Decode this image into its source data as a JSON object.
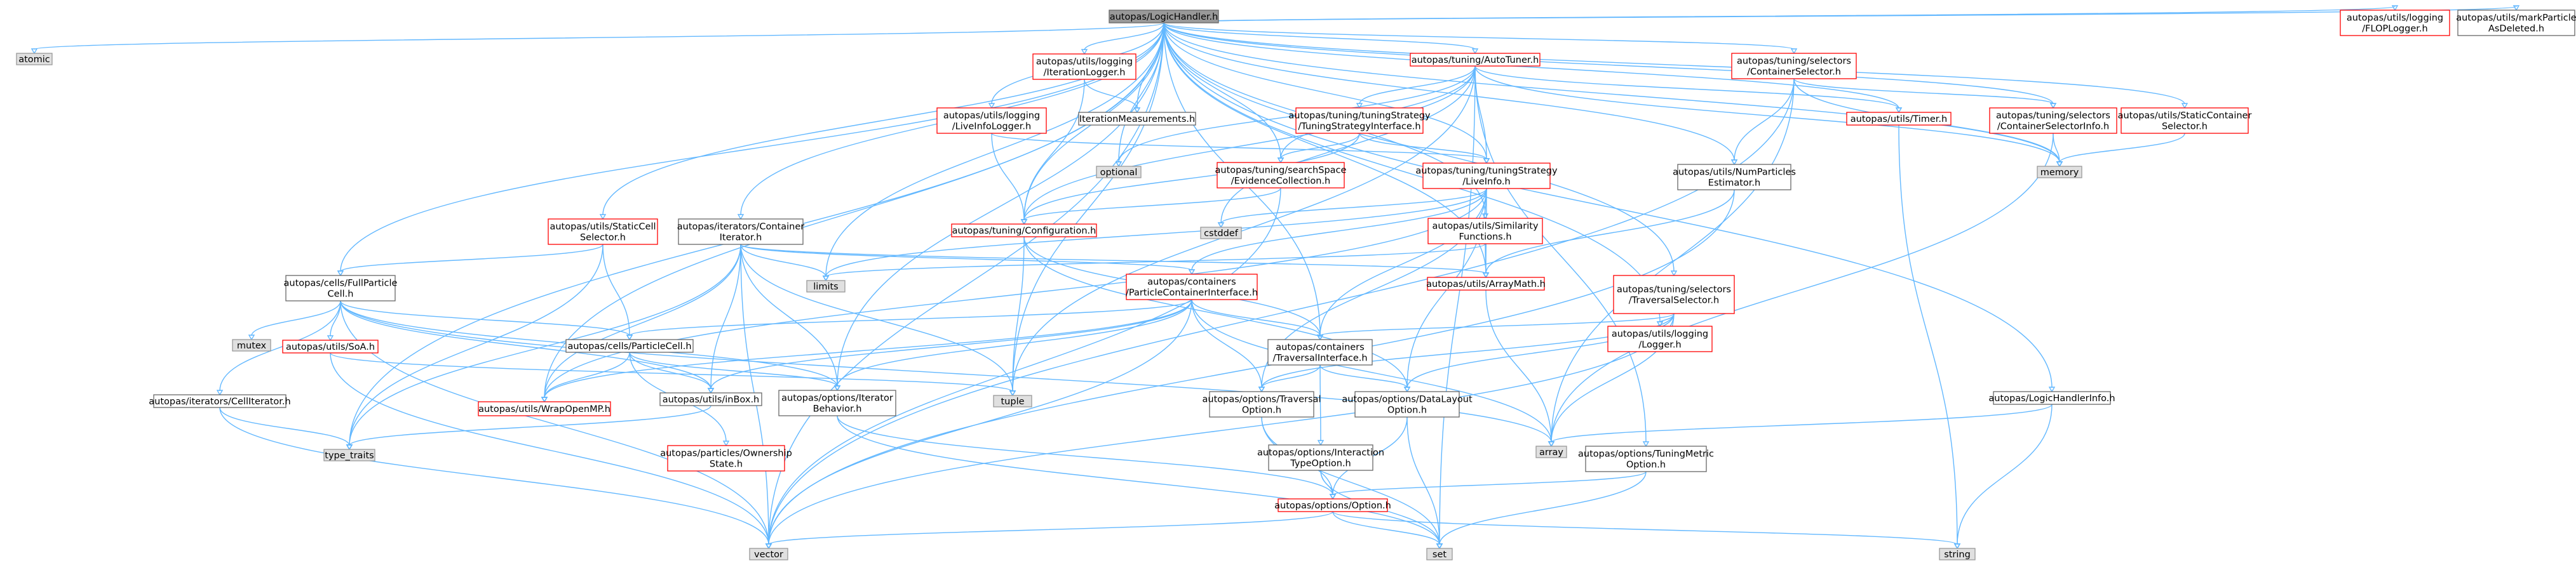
{
  "colors": {
    "root_fill": "#999999",
    "root_border": "#666666",
    "node_fill": "#ffffff",
    "node_border": "#666666",
    "undoc_border": "#ff0000",
    "system_fill": "#e0e0e0",
    "system_border": "#999999",
    "edge": "#63b8ff"
  },
  "nodes": [
    {
      "id": "root",
      "lines": [
        "autopas/LogicHandler.h"
      ],
      "kind": "root"
    },
    {
      "id": "atomic",
      "lines": [
        "atomic"
      ],
      "kind": "system"
    },
    {
      "id": "vector",
      "lines": [
        "vector"
      ],
      "kind": "system"
    },
    {
      "id": "type_traits",
      "lines": [
        "type_traits"
      ],
      "kind": "system"
    },
    {
      "id": "wrapopenmp",
      "lines": [
        "autopas/utils/WrapOpenMP.h"
      ],
      "kind": "undoc"
    },
    {
      "id": "fullparticlecell",
      "lines": [
        "autopas/cells/FullParticle",
        "Cell.h"
      ],
      "kind": "doc"
    },
    {
      "id": "staticcellselector",
      "lines": [
        "autopas/utils/StaticCell",
        "Selector.h"
      ],
      "kind": "undoc"
    },
    {
      "id": "containeriterator",
      "lines": [
        "autopas/iterators/Container",
        "Iterator.h"
      ],
      "kind": "doc"
    },
    {
      "id": "limits",
      "lines": [
        "limits"
      ],
      "kind": "system"
    },
    {
      "id": "mutex",
      "lines": [
        "mutex"
      ],
      "kind": "system"
    },
    {
      "id": "soa",
      "lines": [
        "autopas/utils/SoA.h"
      ],
      "kind": "undoc"
    },
    {
      "id": "celliterator",
      "lines": [
        "autopas/iterators/CellIterator.h"
      ],
      "kind": "doc"
    },
    {
      "id": "particlecell",
      "lines": [
        "autopas/cells/ParticleCell.h"
      ],
      "kind": "doc"
    },
    {
      "id": "inbox",
      "lines": [
        "autopas/utils/inBox.h"
      ],
      "kind": "doc"
    },
    {
      "id": "iteratorbehavior",
      "lines": [
        "autopas/options/Iterator",
        "Behavior.h"
      ],
      "kind": "doc"
    },
    {
      "id": "ownershipstate",
      "lines": [
        "autopas/particles/Ownership",
        "State.h"
      ],
      "kind": "undoc"
    },
    {
      "id": "liveinfologger",
      "lines": [
        "autopas/utils/logging",
        "/LiveInfoLogger.h"
      ],
      "kind": "undoc"
    },
    {
      "id": "iterationlogger",
      "lines": [
        "autopas/utils/logging",
        "/IterationLogger.h"
      ],
      "kind": "undoc"
    },
    {
      "id": "iterationmeasurements",
      "lines": [
        "IterationMeasurements.h"
      ],
      "kind": "doc"
    },
    {
      "id": "optional",
      "lines": [
        "optional"
      ],
      "kind": "system"
    },
    {
      "id": "configuration",
      "lines": [
        "autopas/tuning/Configuration.h"
      ],
      "kind": "undoc"
    },
    {
      "id": "tuple",
      "lines": [
        "tuple"
      ],
      "kind": "system"
    },
    {
      "id": "pcinterface",
      "lines": [
        "autopas/containers",
        "/ParticleContainerInterface.h"
      ],
      "kind": "undoc"
    },
    {
      "id": "traversalinterface",
      "lines": [
        "autopas/containers",
        "/TraversalInterface.h"
      ],
      "kind": "doc"
    },
    {
      "id": "traversaloption",
      "lines": [
        "autopas/options/Traversal",
        "Option.h"
      ],
      "kind": "doc"
    },
    {
      "id": "interactiontypeoption",
      "lines": [
        "autopas/options/Interaction",
        "TypeOption.h"
      ],
      "kind": "doc"
    },
    {
      "id": "option",
      "lines": [
        "autopas/options/Option.h"
      ],
      "kind": "undoc"
    },
    {
      "id": "set",
      "lines": [
        "set"
      ],
      "kind": "system"
    },
    {
      "id": "array",
      "lines": [
        "array"
      ],
      "kind": "system"
    },
    {
      "id": "datalayoutoption",
      "lines": [
        "autopas/options/DataLayout",
        "Option.h"
      ],
      "kind": "doc"
    },
    {
      "id": "autotuner",
      "lines": [
        "autopas/tuning/AutoTuner.h"
      ],
      "kind": "undoc"
    },
    {
      "id": "tsinterface",
      "lines": [
        "autopas/tuning/tuningStrategy",
        "/TuningStrategyInterface.h"
      ],
      "kind": "undoc"
    },
    {
      "id": "evidencecollection",
      "lines": [
        "autopas/tuning/searchSpace",
        "/EvidenceCollection.h"
      ],
      "kind": "undoc"
    },
    {
      "id": "liveinfo",
      "lines": [
        "autopas/tuning/tuningStrategy",
        "/LiveInfo.h"
      ],
      "kind": "undoc"
    },
    {
      "id": "cstddef",
      "lines": [
        "cstddef"
      ],
      "kind": "system"
    },
    {
      "id": "similarityfunctions",
      "lines": [
        "autopas/utils/Similarity",
        "Functions.h"
      ],
      "kind": "undoc"
    },
    {
      "id": "arraymath",
      "lines": [
        "autopas/utils/ArrayMath.h"
      ],
      "kind": "undoc"
    },
    {
      "id": "timer",
      "lines": [
        "autopas/utils/Timer.h"
      ],
      "kind": "undoc"
    },
    {
      "id": "string",
      "lines": [
        "string"
      ],
      "kind": "system"
    },
    {
      "id": "memory",
      "lines": [
        "memory"
      ],
      "kind": "system"
    },
    {
      "id": "containerselector",
      "lines": [
        "autopas/tuning/selectors",
        "/ContainerSelector.h"
      ],
      "kind": "undoc"
    },
    {
      "id": "numparticlesestimator",
      "lines": [
        "autopas/utils/NumParticles",
        "Estimator.h"
      ],
      "kind": "doc"
    },
    {
      "id": "containerselectorinfo",
      "lines": [
        "autopas/tuning/selectors",
        "/ContainerSelectorInfo.h"
      ],
      "kind": "undoc"
    },
    {
      "id": "traversalselector",
      "lines": [
        "autopas/tuning/selectors",
        "/TraversalSelector.h"
      ],
      "kind": "undoc"
    },
    {
      "id": "logger",
      "lines": [
        "autopas/utils/logging",
        "/Logger.h"
      ],
      "kind": "undoc"
    },
    {
      "id": "tuningmetricoption",
      "lines": [
        "autopas/options/TuningMetric",
        "Option.h"
      ],
      "kind": "doc"
    },
    {
      "id": "staticcontainerselector",
      "lines": [
        "autopas/utils/StaticContainer",
        "Selector.h"
      ],
      "kind": "undoc"
    },
    {
      "id": "logichandlerinfo",
      "lines": [
        "autopas/LogicHandlerInfo.h"
      ],
      "kind": "doc"
    },
    {
      "id": "floplogger",
      "lines": [
        "autopas/utils/logging",
        "/FLOPLogger.h"
      ],
      "kind": "undoc"
    },
    {
      "id": "markparticle",
      "lines": [
        "autopas/utils/markParticle",
        "AsDeleted.h"
      ],
      "kind": "doc"
    }
  ],
  "edges": [
    [
      "root",
      "atomic"
    ],
    [
      "root",
      "vector"
    ],
    [
      "root",
      "type_traits"
    ],
    [
      "root",
      "wrapopenmp"
    ],
    [
      "root",
      "fullparticlecell"
    ],
    [
      "root",
      "staticcellselector"
    ],
    [
      "root",
      "containeriterator"
    ],
    [
      "root",
      "limits"
    ],
    [
      "root",
      "tuple"
    ],
    [
      "root",
      "iteratorbehavior"
    ],
    [
      "root",
      "liveinfologger"
    ],
    [
      "root",
      "iterationlogger"
    ],
    [
      "root",
      "iterationmeasurements"
    ],
    [
      "root",
      "optional"
    ],
    [
      "root",
      "configuration"
    ],
    [
      "root",
      "traversalinterface"
    ],
    [
      "root",
      "autotuner"
    ],
    [
      "root",
      "evidencecollection"
    ],
    [
      "root",
      "liveinfo"
    ],
    [
      "root",
      "similarityfunctions"
    ],
    [
      "root",
      "arraymath"
    ],
    [
      "root",
      "timer"
    ],
    [
      "root",
      "memory"
    ],
    [
      "root",
      "containerselector"
    ],
    [
      "root",
      "numparticlesestimator"
    ],
    [
      "root",
      "containerselectorinfo"
    ],
    [
      "root",
      "traversalselector"
    ],
    [
      "root",
      "logger"
    ],
    [
      "root",
      "staticcontainerselector"
    ],
    [
      "root",
      "logichandlerinfo"
    ],
    [
      "root",
      "floplogger"
    ],
    [
      "root",
      "markparticle"
    ],
    [
      "fullparticlecell",
      "mutex"
    ],
    [
      "fullparticlecell",
      "soa"
    ],
    [
      "fullparticlecell",
      "celliterator"
    ],
    [
      "fullparticlecell",
      "particlecell"
    ],
    [
      "fullparticlecell",
      "inbox"
    ],
    [
      "fullparticlecell",
      "iteratorbehavior"
    ],
    [
      "fullparticlecell",
      "array"
    ],
    [
      "fullparticlecell",
      "vector"
    ],
    [
      "staticcellselector",
      "fullparticlecell"
    ],
    [
      "staticcellselector",
      "particlecell"
    ],
    [
      "staticcellselector",
      "type_traits"
    ],
    [
      "containeriterator",
      "limits"
    ],
    [
      "containeriterator",
      "tuple"
    ],
    [
      "containeriterator",
      "wrapopenmp"
    ],
    [
      "containeriterator",
      "inbox"
    ],
    [
      "containeriterator",
      "iteratorbehavior"
    ],
    [
      "containeriterator",
      "pcinterface"
    ],
    [
      "containeriterator",
      "arraymath"
    ],
    [
      "containeriterator",
      "vector"
    ],
    [
      "containeriterator",
      "type_traits"
    ],
    [
      "soa",
      "tuple"
    ],
    [
      "soa",
      "vector"
    ],
    [
      "celliterator",
      "type_traits"
    ],
    [
      "celliterator",
      "vector"
    ],
    [
      "particlecell",
      "wrapopenmp"
    ],
    [
      "particlecell",
      "inbox"
    ],
    [
      "particlecell",
      "iteratorbehavior"
    ],
    [
      "particlecell",
      "ownershipstate"
    ],
    [
      "inbox",
      "type_traits"
    ],
    [
      "iteratorbehavior",
      "option"
    ],
    [
      "iteratorbehavior",
      "set"
    ],
    [
      "liveinfologger",
      "configuration"
    ],
    [
      "liveinfologger",
      "liveinfo"
    ],
    [
      "iterationlogger",
      "configuration"
    ],
    [
      "iterationlogger",
      "iterationmeasurements"
    ],
    [
      "configuration",
      "tuple"
    ],
    [
      "configuration",
      "traversalinterface"
    ],
    [
      "configuration",
      "datalayoutoption"
    ],
    [
      "pcinterface",
      "traversalinterface"
    ],
    [
      "pcinterface",
      "traversaloption"
    ],
    [
      "pcinterface",
      "inbox"
    ],
    [
      "pcinterface",
      "particlecell"
    ],
    [
      "pcinterface",
      "iteratorbehavior"
    ],
    [
      "pcinterface",
      "wrapopenmp"
    ],
    [
      "pcinterface",
      "vector"
    ],
    [
      "pcinterface",
      "array"
    ],
    [
      "traversalinterface",
      "traversaloption"
    ],
    [
      "traversalinterface",
      "datalayoutoption"
    ],
    [
      "traversalinterface",
      "interactiontypeoption"
    ],
    [
      "traversaloption",
      "option"
    ],
    [
      "traversaloption",
      "set"
    ],
    [
      "interactiontypeoption",
      "option"
    ],
    [
      "interactiontypeoption",
      "set"
    ],
    [
      "option",
      "vector"
    ],
    [
      "option",
      "set"
    ],
    [
      "option",
      "string"
    ],
    [
      "datalayoutoption",
      "option"
    ],
    [
      "datalayoutoption",
      "set"
    ],
    [
      "autotuner",
      "tsinterface"
    ],
    [
      "autotuner",
      "evidencecollection"
    ],
    [
      "autotuner",
      "liveinfo"
    ],
    [
      "autotuner",
      "configuration"
    ],
    [
      "autotuner",
      "timer"
    ],
    [
      "autotuner",
      "memory"
    ],
    [
      "autotuner",
      "tuple"
    ],
    [
      "autotuner",
      "set"
    ],
    [
      "autotuner",
      "tuningmetricoption"
    ],
    [
      "autotuner",
      "cstddef"
    ],
    [
      "autotuner",
      "optional"
    ],
    [
      "tsinterface",
      "evidencecollection"
    ],
    [
      "tsinterface",
      "liveinfo"
    ],
    [
      "tsinterface",
      "configuration"
    ],
    [
      "evidencecollection",
      "configuration"
    ],
    [
      "evidencecollection",
      "vector"
    ],
    [
      "liveinfo",
      "pcinterface"
    ],
    [
      "liveinfo",
      "traversalinterface"
    ],
    [
      "liveinfo",
      "traversaloption"
    ],
    [
      "liveinfo",
      "datalayoutoption"
    ],
    [
      "liveinfo",
      "limits"
    ],
    [
      "liveinfo",
      "cstddef"
    ],
    [
      "liveinfo",
      "arraymath"
    ],
    [
      "liveinfo",
      "wrapopenmp"
    ],
    [
      "similarityfunctions",
      "arraymath"
    ],
    [
      "similarityfunctions",
      "limits"
    ],
    [
      "arraymath",
      "array"
    ],
    [
      "timer",
      "string"
    ],
    [
      "containerselector",
      "numparticlesestimator"
    ],
    [
      "containerselector",
      "containerselectorinfo"
    ],
    [
      "containerselector",
      "memory"
    ],
    [
      "containerselector",
      "vector"
    ],
    [
      "containerselector",
      "array"
    ],
    [
      "numparticlesestimator",
      "arraymath"
    ],
    [
      "numparticlesestimator",
      "vector"
    ],
    [
      "containerselectorinfo",
      "array"
    ],
    [
      "containerselectorinfo",
      "memory"
    ],
    [
      "traversalselector",
      "logger"
    ],
    [
      "traversalselector",
      "traversalinterface"
    ],
    [
      "traversalselector",
      "traversaloption"
    ],
    [
      "traversalselector",
      "datalayoutoption"
    ],
    [
      "traversalselector",
      "array"
    ],
    [
      "traversalselector",
      "vector"
    ],
    [
      "tuningmetricoption",
      "option"
    ],
    [
      "tuningmetricoption",
      "set"
    ],
    [
      "staticcontainerselector",
      "memory"
    ],
    [
      "logichandlerinfo",
      "array"
    ],
    [
      "logichandlerinfo",
      "string"
    ]
  ]
}
